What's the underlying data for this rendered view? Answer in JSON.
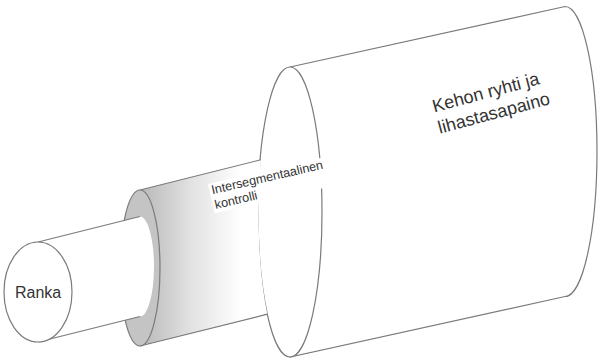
{
  "diagram": {
    "nodes": [
      {
        "text": [
          "Kehon ryhti ja lihastasapaino"
        ]
      },
      {
        "text": [
          "Intersegmentaalinen kontrolli"
        ],
        "in": 0
      },
      {
        "text": [
          "Ranka"
        ],
        "in": 1
      }
    ]
  }
}
